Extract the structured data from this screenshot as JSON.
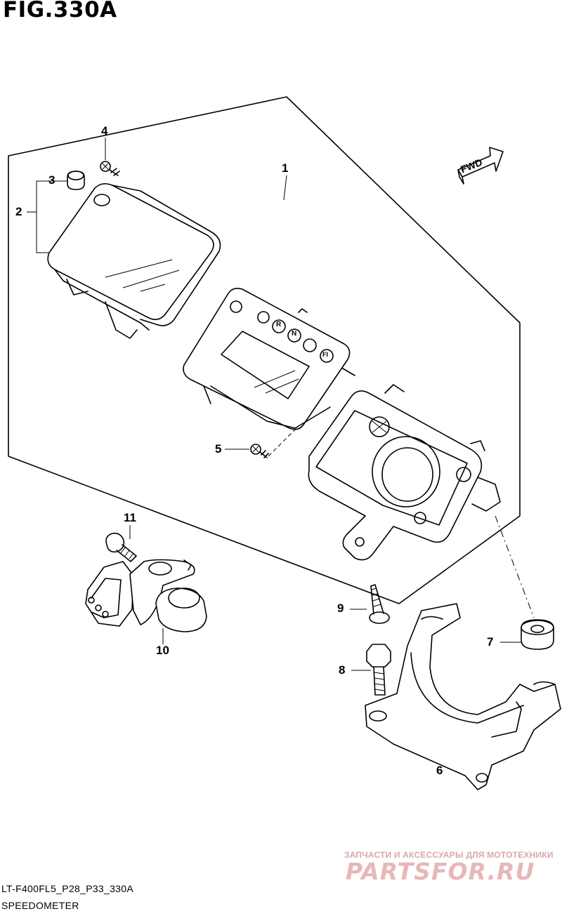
{
  "figure": {
    "title": "FIG.330A"
  },
  "callouts": [
    {
      "id": "1",
      "label": "1"
    },
    {
      "id": "2",
      "label": "2"
    },
    {
      "id": "3",
      "label": "3"
    },
    {
      "id": "4",
      "label": "4"
    },
    {
      "id": "5",
      "label": "5"
    },
    {
      "id": "6",
      "label": "6"
    },
    {
      "id": "7",
      "label": "7"
    },
    {
      "id": "8",
      "label": "8"
    },
    {
      "id": "9",
      "label": "9"
    },
    {
      "id": "10",
      "label": "10"
    },
    {
      "id": "11",
      "label": "11"
    }
  ],
  "indicator_letters": [
    "R",
    "N",
    "FI"
  ],
  "direction_arrow": {
    "label": "FWD"
  },
  "footer": {
    "code": "LT-F400FL5_P28_P33_330A",
    "name": "SPEEDOMETER"
  },
  "watermark": {
    "tagline": "ЗАПЧАСТИ И АКСЕССУАРЫ ДЛЯ МОТОТЕХНИКИ",
    "logo": "PARTSFOR.RU"
  }
}
